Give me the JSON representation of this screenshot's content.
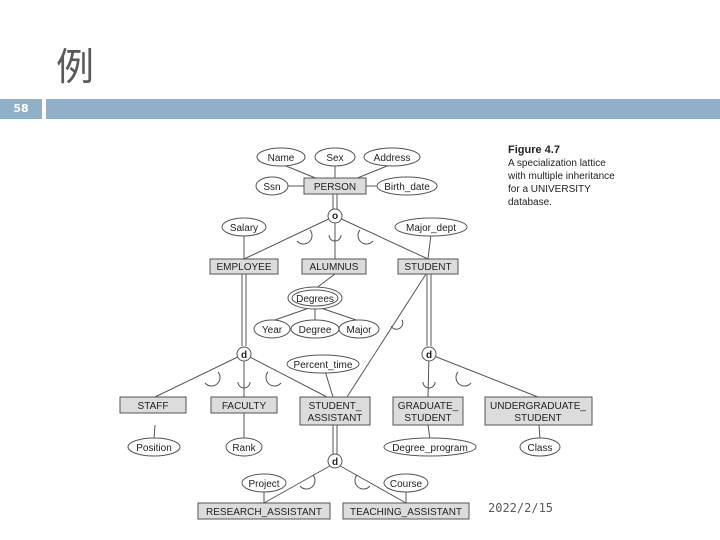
{
  "slide": {
    "title": "例",
    "number": "58",
    "date": "2022/2/15"
  },
  "figure": {
    "label": "Figure 4.7",
    "caption": "A specialization lattice\nwith multiple inheritance\nfor a UNIVERSITY\ndatabase."
  },
  "entities": {
    "person": "PERSON",
    "employee": "EMPLOYEE",
    "alumnus": "ALUMNUS",
    "student": "STUDENT",
    "staff": "STAFF",
    "faculty": "FACULTY",
    "student_assistant": [
      "STUDENT_",
      "ASSISTANT"
    ],
    "graduate_student": [
      "GRADUATE_",
      "STUDENT"
    ],
    "undergraduate_student": [
      "UNDERGRADUATE_",
      "STUDENT"
    ],
    "research_assistant": "RESEARCH_ASSISTANT",
    "teaching_assistant": "TEACHING_ASSISTANT"
  },
  "attributes": {
    "name": "Name",
    "sex": "Sex",
    "address": "Address",
    "ssn": "Ssn",
    "birth_date": "Birth_date",
    "salary": "Salary",
    "major_dept": "Major_dept",
    "degrees": "Degrees",
    "year": "Year",
    "degree": "Degree",
    "major": "Major",
    "percent_time": "Percent_time",
    "position": "Position",
    "rank": "Rank",
    "degree_program": "Degree_program",
    "class": "Class",
    "project": "Project",
    "course": "Course"
  },
  "symbols": {
    "overlap": "o",
    "disjoint_employee": "d",
    "disjoint_student": "d",
    "disjoint_assistant": "d"
  },
  "colors": {
    "header_bar": "#8fb0c9",
    "entity_fill": "#dcdcdc",
    "stroke": "#555555"
  }
}
